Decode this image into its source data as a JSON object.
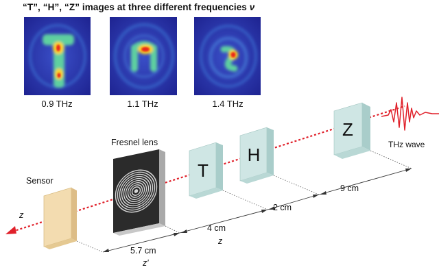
{
  "title": {
    "text": "“T”, “H”, “Z” images at three different frequencies",
    "symbol": "ν"
  },
  "thumbnails": [
    {
      "letter": "T",
      "label": "0.9 THz"
    },
    {
      "letter": "H",
      "label": "1.1 THz"
    },
    {
      "letter": "Z",
      "label": "1.4 THz"
    }
  ],
  "components": {
    "sensor_label": "Sensor",
    "lens_label": "Fresnel lens",
    "object_letters": [
      "T",
      "H",
      "Z"
    ],
    "wave_label": "THz wave"
  },
  "axis": {
    "label": "z"
  },
  "dimensions": [
    {
      "value": "5.7 cm",
      "variable": "z′"
    },
    {
      "value": "4 cm",
      "variable": "z"
    },
    {
      "value": "2 cm",
      "variable": ""
    },
    {
      "value": "9 cm",
      "variable": ""
    }
  ],
  "colors": {
    "beam": "#e0202a",
    "object_face": "#cfe6e4",
    "object_side": "#a9cdca",
    "sensor_face": "#f3dcb0",
    "lens_frame": "#333333",
    "thumb_bg": "#2a2fa8"
  }
}
